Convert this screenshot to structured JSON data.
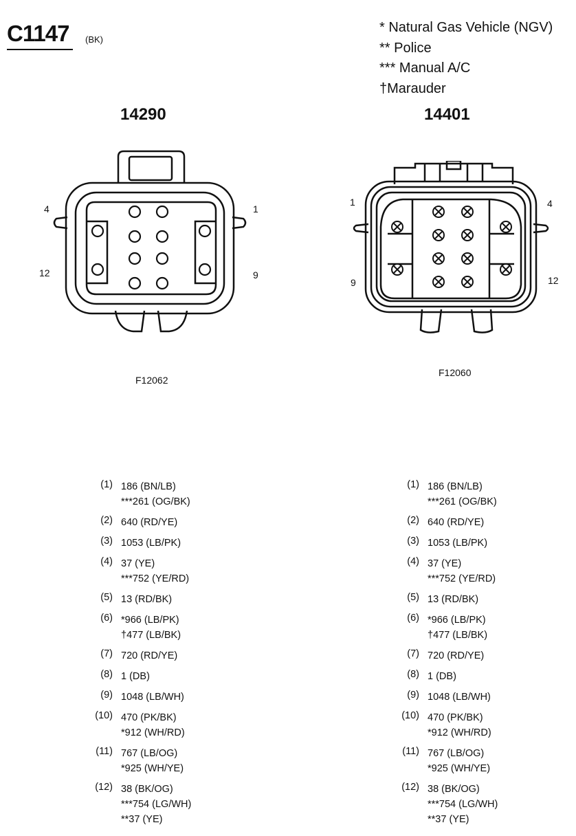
{
  "header": {
    "connector_id": "C1147",
    "connector_color": "(BK)"
  },
  "legend": [
    "* Natural Gas Vehicle (NGV)",
    "** Police",
    "*** Manual A/C",
    "†Marauder"
  ],
  "left": {
    "part_number": "14290",
    "figure": "F12062",
    "pin_labels": {
      "top_left": "4",
      "top_right": "1",
      "bottom_left": "12",
      "bottom_right": "9"
    }
  },
  "right": {
    "part_number": "14401",
    "figure": "F12060",
    "pin_labels": {
      "top_left": "1",
      "top_right": "4",
      "bottom_left": "9",
      "bottom_right": "12"
    }
  },
  "pins": [
    {
      "pin": "(1)",
      "wires": [
        "186 (BN/LB)",
        "***261 (OG/BK)"
      ]
    },
    {
      "pin": "(2)",
      "wires": [
        "640 (RD/YE)"
      ]
    },
    {
      "pin": "(3)",
      "wires": [
        "1053 (LB/PK)"
      ]
    },
    {
      "pin": "(4)",
      "wires": [
        "37 (YE)",
        "***752 (YE/RD)"
      ]
    },
    {
      "pin": "(5)",
      "wires": [
        "13 (RD/BK)"
      ]
    },
    {
      "pin": "(6)",
      "wires": [
        "*966 (LB/PK)",
        "†477 (LB/BK)"
      ]
    },
    {
      "pin": "(7)",
      "wires": [
        "720 (RD/YE)"
      ]
    },
    {
      "pin": "(8)",
      "wires": [
        "1 (DB)"
      ]
    },
    {
      "pin": "(9)",
      "wires": [
        "1048 (LB/WH)"
      ]
    },
    {
      "pin": "(10)",
      "wires": [
        "470 (PK/BK)",
        "*912 (WH/RD)"
      ]
    },
    {
      "pin": "(11)",
      "wires": [
        "767 (LB/OG)",
        "*925 (WH/YE)"
      ]
    },
    {
      "pin": "(12)",
      "wires": [
        "38 (BK/OG)",
        "***754 (LG/WH)",
        "**37 (YE)"
      ]
    }
  ]
}
